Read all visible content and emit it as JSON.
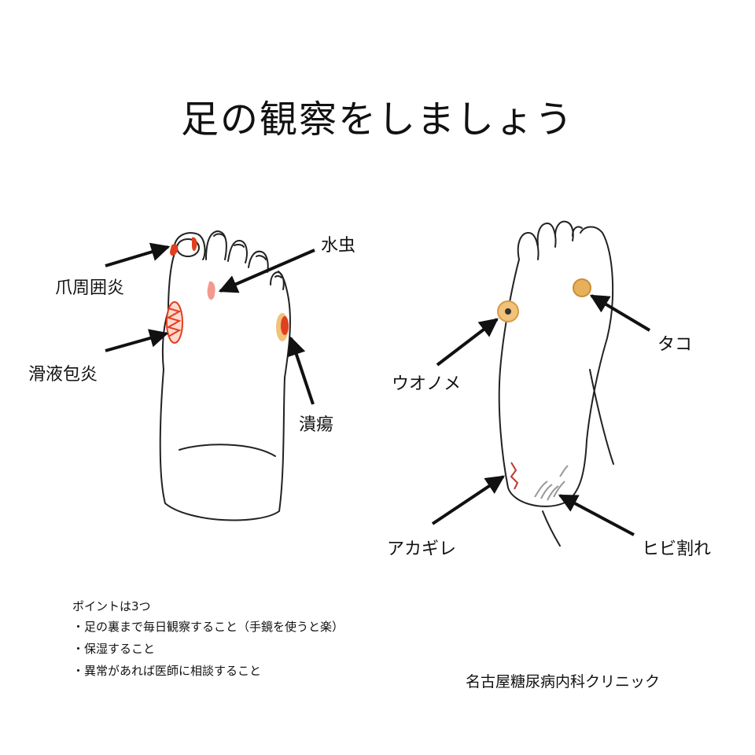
{
  "title": "足の観察をしましょう",
  "left_foot": {
    "labels": {
      "paronychia": "爪周囲炎",
      "athletes_foot": "水虫",
      "bursitis": "滑液包炎",
      "ulcer": "潰瘍"
    }
  },
  "right_foot": {
    "labels": {
      "corn": "ウオノメ",
      "callus": "タコ",
      "chapped_heel": "アカギレ",
      "cracked_skin": "ヒビ割れ"
    }
  },
  "notes": {
    "heading": "ポイントは3つ",
    "items": [
      "・足の裏まで毎日観察すること（手鏡を使うと楽）",
      "・保湿すること",
      "・異常があれば医師に相談すること"
    ]
  },
  "clinic": "名古屋糖尿病内科クリニック",
  "colors": {
    "lesion_red": "#e0401f",
    "lesion_pink": "#f39a8e",
    "callus_tan": "#e7b05a",
    "arrow": "#111111"
  }
}
